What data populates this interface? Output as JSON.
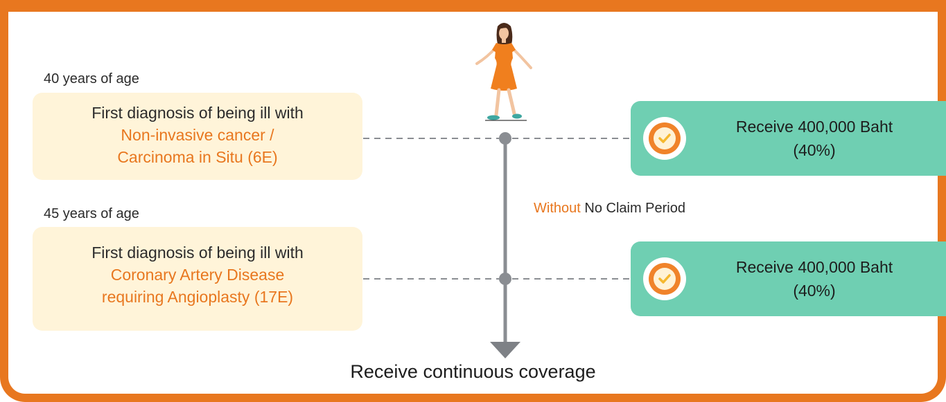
{
  "events": [
    {
      "age": "40 years of age",
      "lead": "First diagnosis of being ill with",
      "condition_line1": "Non-invasive cancer /",
      "condition_line2": "Carcinoma in Situ (6E)",
      "benefit_line1": "Receive 400,000 Baht",
      "benefit_line2": "(40%)"
    },
    {
      "age": "45 years of age",
      "lead": "First diagnosis of being ill with",
      "condition_line1": "Coronary Artery Disease",
      "condition_line2": "requiring Angioplasty (17E)",
      "benefit_line1": "Receive 400,000 Baht",
      "benefit_line2": "(40%)"
    }
  ],
  "note": {
    "highlight": "Without",
    "rest": "No Claim Period"
  },
  "footer": "Receive continuous coverage",
  "colors": {
    "accent_orange": "#E8771F",
    "condition_bg": "#FFF4D9",
    "benefit_bg": "#6FCFB2",
    "timeline_gray": "#8A8D92"
  }
}
